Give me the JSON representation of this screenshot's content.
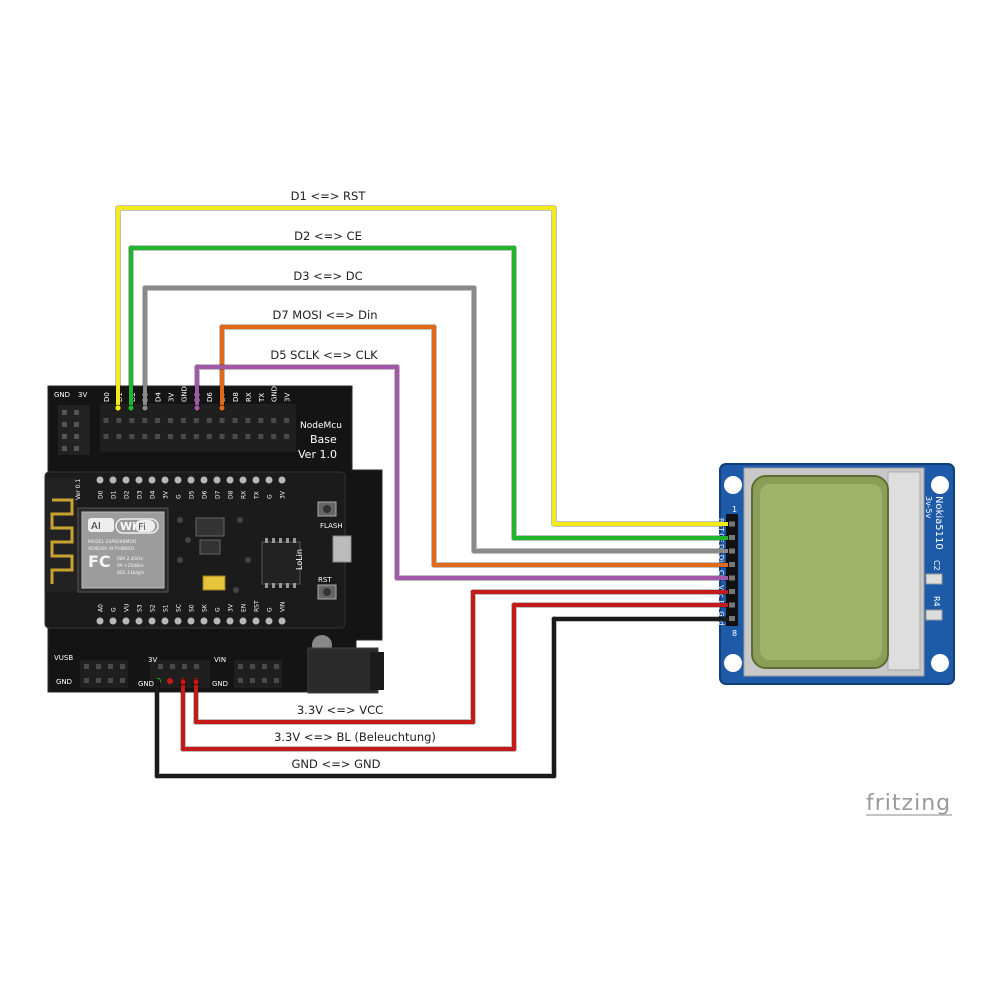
{
  "wires": [
    {
      "id": "rst",
      "label": "D1 <=> RST",
      "color": "#f3ea1c"
    },
    {
      "id": "ce",
      "label": "D2 <=> CE",
      "color": "#1fb62b"
    },
    {
      "id": "dc",
      "label": "D3 <=> DC",
      "color": "#8a8a8a"
    },
    {
      "id": "din",
      "label": "D7 MOSI <=> Din",
      "color": "#e06a18"
    },
    {
      "id": "clk",
      "label": "D5 SCLK <=> CLK",
      "color": "#a456a8"
    },
    {
      "id": "vcc",
      "label": "3.3V <=> VCC",
      "color": "#c41a1a"
    },
    {
      "id": "bl",
      "label": "3.3V <=> BL (Beleuchtung)",
      "color": "#c41a1a"
    },
    {
      "id": "gnd",
      "label": "GND <=> GND",
      "color": "#1a1a1a"
    }
  ],
  "base_board": {
    "title_line1": "NodeMcu",
    "title_line2": "Base",
    "title_line3": "Ver 1.0",
    "top_pin_labels": [
      "D0",
      "D1",
      "D2",
      "D3",
      "D4",
      "3V",
      "GND",
      "D5",
      "D6",
      "D7",
      "D8",
      "RX",
      "TX",
      "GND",
      "3V"
    ],
    "left_header_labels": [
      "GND",
      "3V"
    ],
    "bottom_left_labels": [
      "VUSB",
      "GND"
    ],
    "bottom_mid_labels": [
      "3V",
      "GND"
    ],
    "bottom_right_labels": [
      "VIN",
      "GND"
    ]
  },
  "esp_module": {
    "wifi_text": "Wi",
    "wifi_text2": "Fi",
    "model_line1": "MODEL ESP8266MOD",
    "model_line2": "VENDOR AI-THINKER",
    "model_line3": "ISM 2.4GHz",
    "model_line4": "PA +25dBm",
    "model_line5": "802.11b/g/n",
    "fc_text": "FC",
    "lolin": "LoLin",
    "ver": "Ver 0.1",
    "rst": "RST",
    "flash": "FLASH",
    "top_pins": [
      "D0",
      "D1",
      "D2",
      "D3",
      "D4",
      "3V",
      "G",
      "D5",
      "D6",
      "D7",
      "D8",
      "RX",
      "TX",
      "G",
      "3V"
    ],
    "bottom_pins": [
      "A0",
      "G",
      "VU",
      "S3",
      "S2",
      "S1",
      "SC",
      "S0",
      "SK",
      "G",
      "3V",
      "EN",
      "RST",
      "G",
      "VIN"
    ]
  },
  "lcd": {
    "model": "Nokia5110",
    "voltage": "3v-5v",
    "pin_first": "1",
    "pin_last": "8",
    "pin_labels": [
      "RST",
      "CE",
      "DC",
      "Din",
      "Clk",
      "Vcc",
      "BL",
      "Gnd"
    ],
    "c2": "C2",
    "r4": "R4"
  },
  "watermark": "fritzing"
}
